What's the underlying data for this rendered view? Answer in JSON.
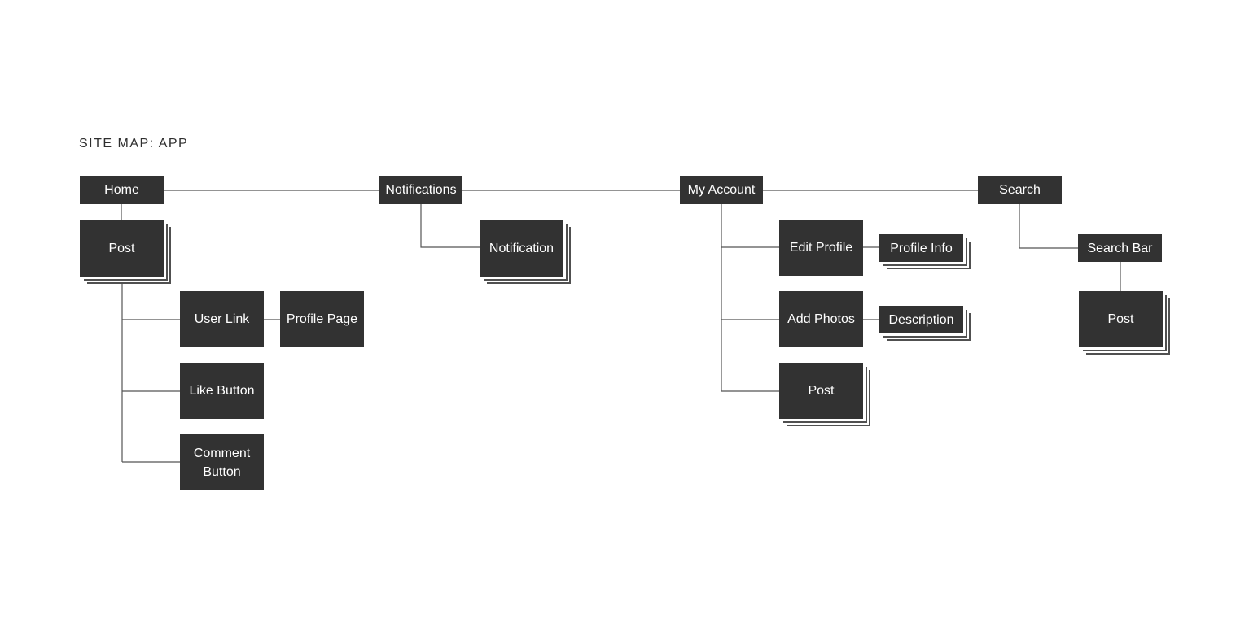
{
  "title": "SITE MAP: APP",
  "colors": {
    "box": "#323232",
    "text": "#ffffff",
    "line": "#555555",
    "stack_shadow": "#505050"
  },
  "nodes": {
    "home": "Home",
    "notifications": "Notifications",
    "my_account": "My Account",
    "search": "Search",
    "home_post": "Post",
    "user_link": "User Link",
    "profile_page": "Profile Page",
    "like_button": "Like Button",
    "comment_button": "Comment\nButton",
    "notification": "Notification",
    "edit_profile": "Edit Profile",
    "profile_info": "Profile Info",
    "add_photos": "Add Photos",
    "description": "Description",
    "account_post": "Post",
    "search_bar": "Search Bar",
    "search_post": "Post"
  }
}
